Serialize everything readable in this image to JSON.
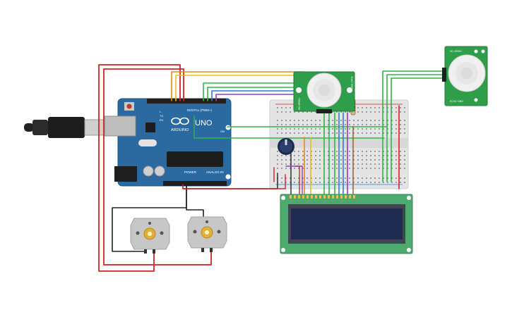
{
  "arduino": {
    "brand": "ARDUINO",
    "model": "UNO",
    "digital_label": "DIGITAL (PWM~)",
    "power_label": "POWER",
    "analog_label": "ANALOG IN",
    "tx_label": "TX",
    "rx_label": "RX",
    "l_label": "L",
    "on_label": "ON"
  },
  "pir_sensor_main": {
    "left_label": "HC-SR501",
    "right_label": "TOUT TRIG"
  },
  "pir_sensor_right": {
    "top_label": "HC-SR501",
    "bottom_label": "ECHO GND"
  },
  "lcd": {
    "pin_count": 16
  },
  "colors": {
    "arduino_blue": "#2b6aa0",
    "pcb_green": "#2e9e4a",
    "lcd_screen": "#1e2a4f",
    "lcd_board": "#4caa6d",
    "breadboard": "#e8e8e8",
    "wire_red": "#d32222",
    "wire_black": "#222222",
    "wire_orange": "#e48b1a",
    "wire_yellow": "#e2c21a",
    "wire_green": "#2fb54a",
    "wire_blue": "#2a7fd4",
    "wire_purple": "#8e3dc0",
    "wire_brown": "#8a5a2b"
  }
}
